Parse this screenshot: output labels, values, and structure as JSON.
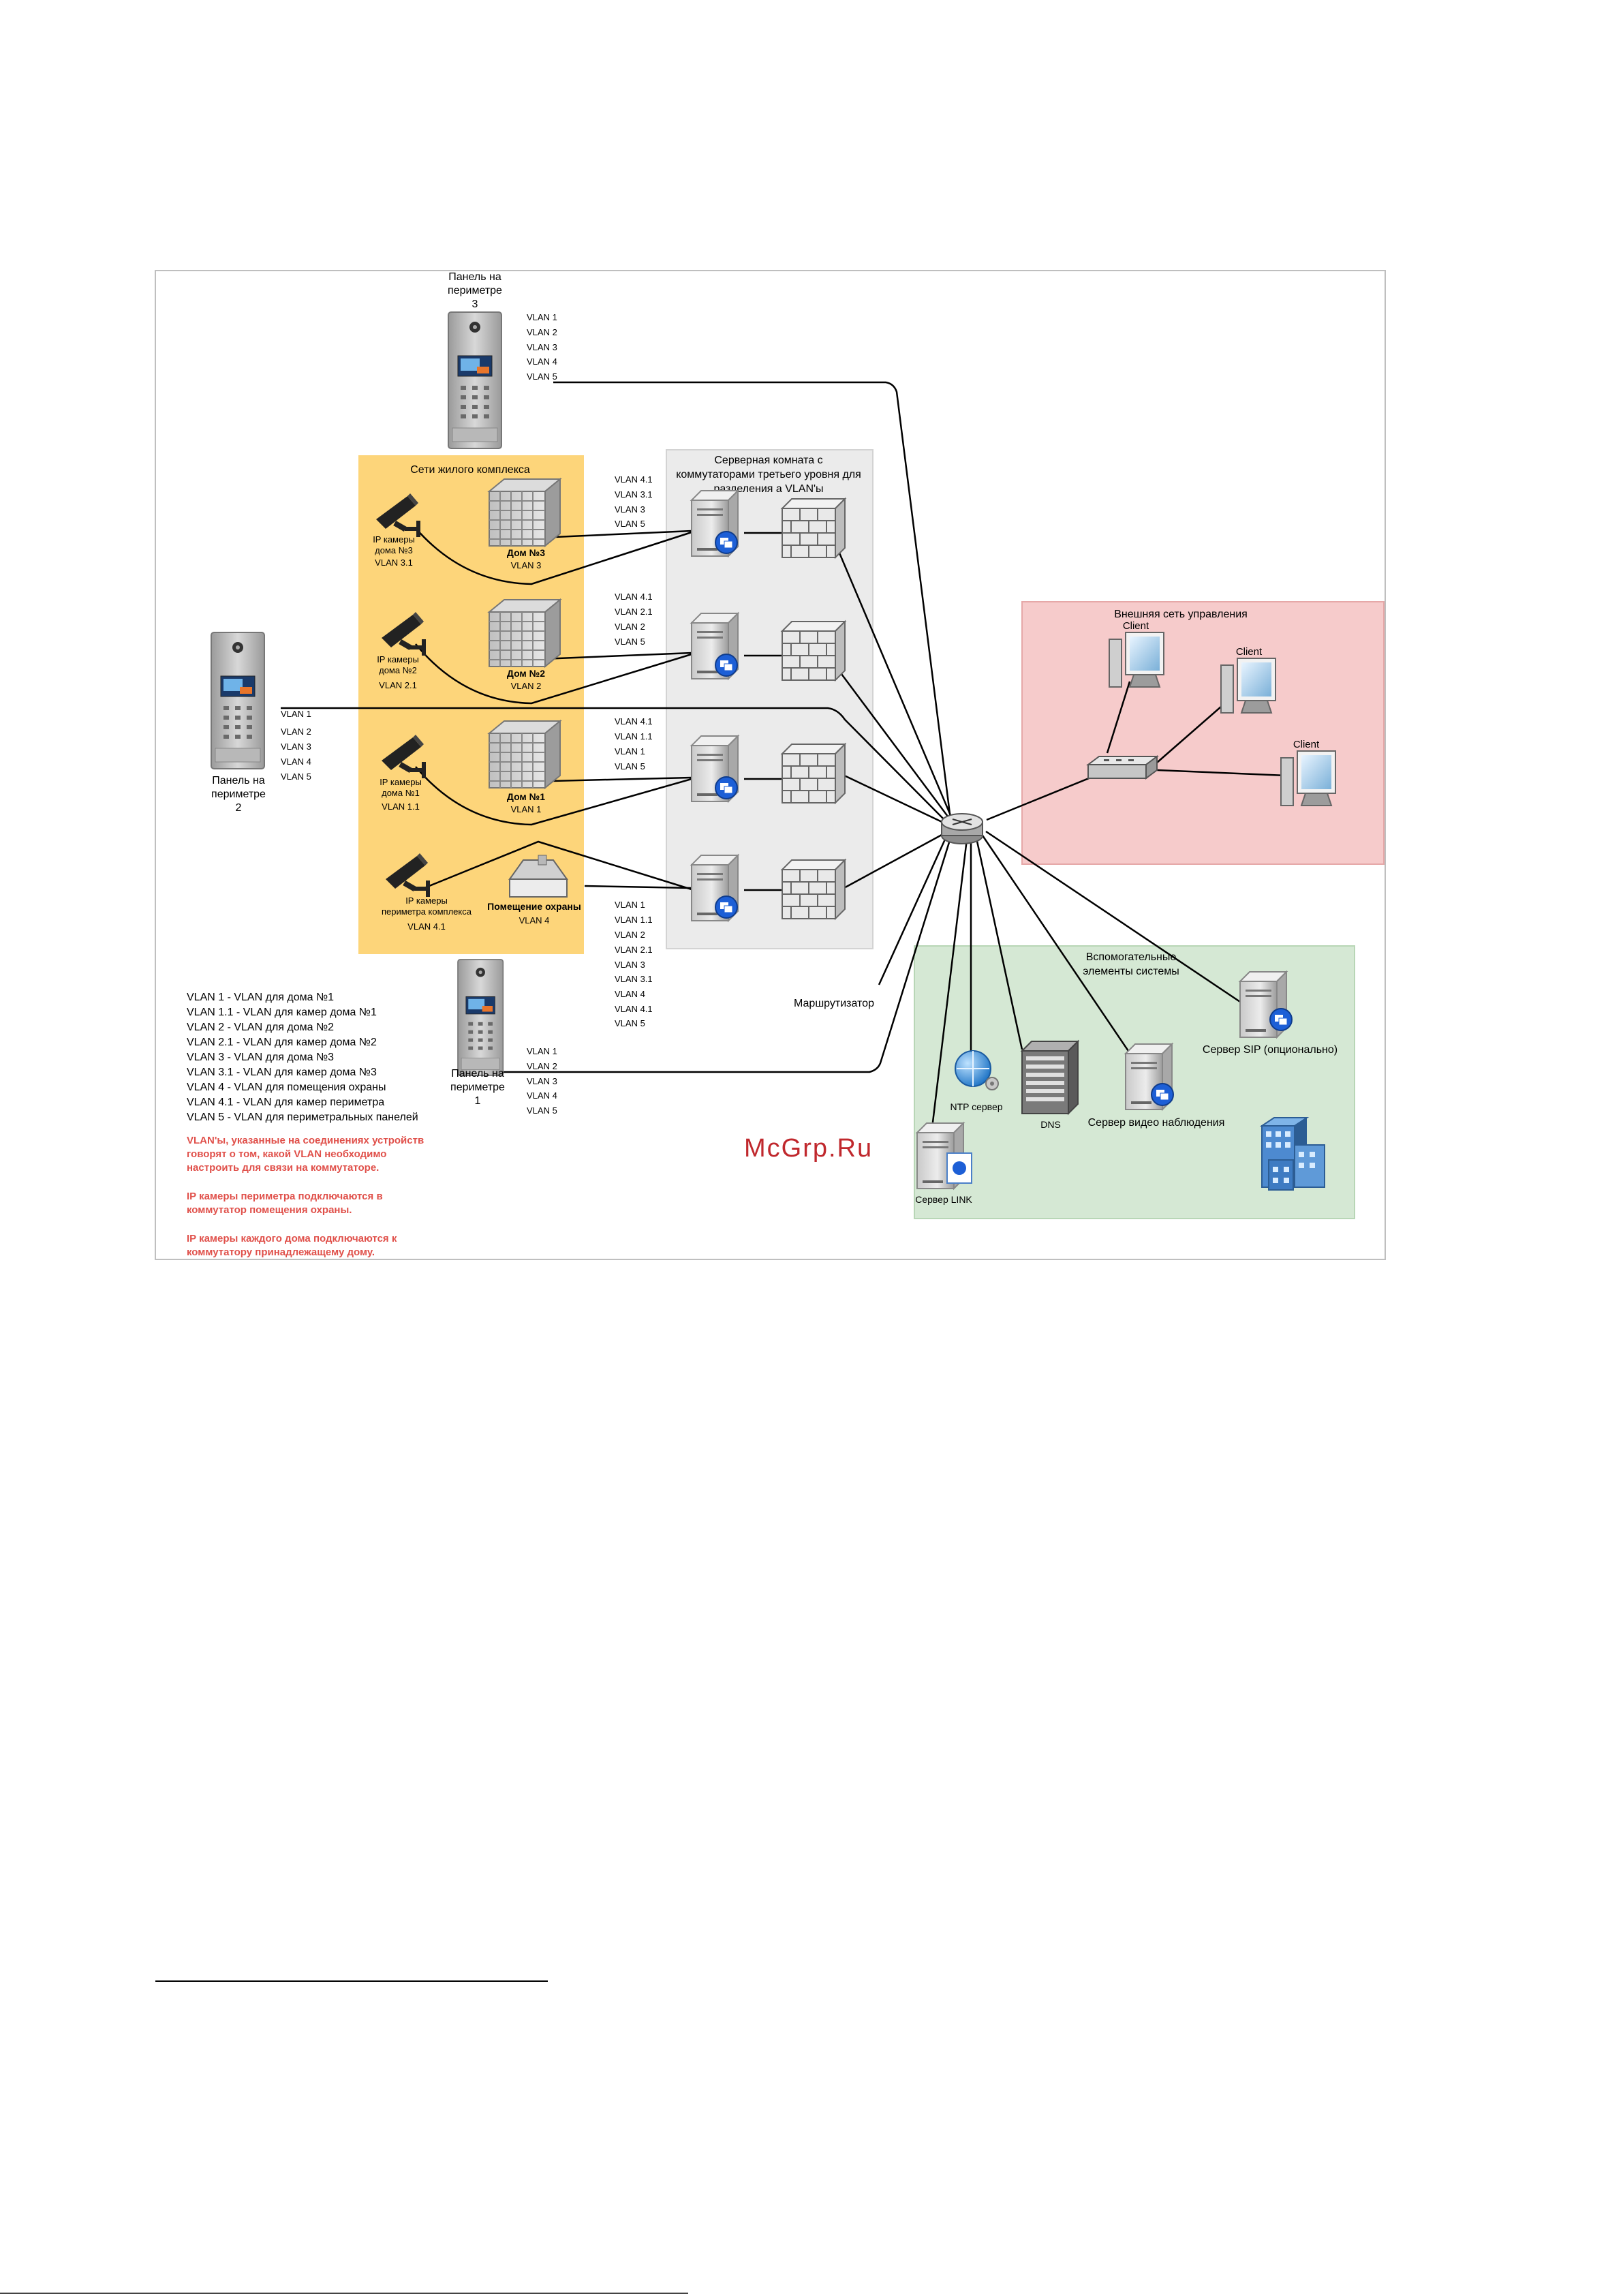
{
  "panels": {
    "p3": [
      "Панель на",
      "периметре",
      "3"
    ],
    "p2": [
      "Панель на",
      "периметре",
      "2"
    ],
    "p1": [
      "Панель на",
      "периметре",
      "1"
    ]
  },
  "vlan_lists": {
    "p3": [
      "VLAN 1",
      "VLAN 2",
      "VLAN 3",
      "VLAN 4",
      "VLAN 5"
    ],
    "p2": [
      "VLAN 1",
      "VLAN 2",
      "VLAN 3",
      "VLAN 4",
      "VLAN 5"
    ],
    "p1": [
      "VLAN 1",
      "VLAN 2",
      "VLAN 3",
      "VLAN 4",
      "VLAN 5"
    ],
    "sw3": [
      "VLAN 4.1",
      "VLAN 3.1",
      "VLAN 3",
      "VLAN 5"
    ],
    "sw2": [
      "VLAN 4.1",
      "VLAN 2.1",
      "VLAN 2",
      "VLAN 5"
    ],
    "sw1": [
      "VLAN 4.1",
      "VLAN 1.1",
      "VLAN 1",
      "VLAN 5"
    ],
    "sw4": [
      "VLAN 1",
      "VLAN 1.1",
      "VLAN 2",
      "VLAN 2.1",
      "VLAN 3",
      "VLAN 3.1",
      "VLAN 4",
      "VLAN 4.1",
      "VLAN 5"
    ]
  },
  "zones": {
    "residential": "Сети жилого комплекса",
    "server_room": [
      "Серверная комната с",
      "коммутаторами третьего уровня для",
      "разделения а VLAN'ы"
    ],
    "external": "Внешняя сеть управления",
    "auxiliary": [
      "Вспомогательные",
      "элементы системы"
    ]
  },
  "houses": {
    "h3": {
      "name": "Дом №3",
      "vlan": "VLAN 3"
    },
    "h2": {
      "name": "Дом №2",
      "vlan": "VLAN 2"
    },
    "h1": {
      "name": "Дом №1",
      "vlan": "VLAN 1"
    },
    "guard": {
      "name": "Помещение охраны",
      "vlan": "VLAN 4"
    }
  },
  "cameras": {
    "c3": {
      "lines": [
        "IP камеры",
        "дома №3"
      ],
      "vlan": "VLAN 3.1"
    },
    "c2": {
      "lines": [
        "IP камеры",
        "дома №2"
      ],
      "vlan": "VLAN 2.1"
    },
    "c1": {
      "lines": [
        "IP камеры",
        "дома №1"
      ],
      "vlan": "VLAN 1.1"
    },
    "c4": {
      "lines": [
        "IP камеры",
        "периметра комплекса"
      ],
      "vlan": "VLAN 4.1"
    }
  },
  "router": "Маршрутизатор",
  "clients": [
    "Client",
    "Client",
    "Client"
  ],
  "aux_nodes": {
    "ntp": "NTP сервер",
    "dns": "DNS",
    "video": "Сервер видео наблюдения",
    "sip": "Сервер SIP (опционально)",
    "link": "Сервер LINK"
  },
  "legend": [
    "VLAN 1 - VLAN для дома №1",
    "VLAN 1.1 - VLAN для камер дома №1",
    "VLAN 2 - VLAN для дома №2",
    "VLAN 2.1 - VLAN для камер дома №2",
    "VLAN 3 - VLAN для дома №3",
    "VLAN 3.1 - VLAN для камер дома №3",
    "VLAN 4 - VLAN для помещения охраны",
    "VLAN 4.1 - VLAN для камер периметра",
    "VLAN 5 - VLAN для периметральных панелей"
  ],
  "notes": [
    [
      "VLAN'ы, указанные на соединениях устройств",
      "говорят о том, какой VLAN необходимо",
      "настроить для связи на коммутаторе."
    ],
    [
      "IP камеры периметра подключаются в",
      "коммутатор помещения охраны."
    ],
    [
      "IP камеры каждого дома подключаются к",
      "коммутатору принадлежащему дому."
    ]
  ],
  "watermark": "McGrp.Ru",
  "colors": {
    "residential": "#fdd57a",
    "server_room": "#ebebeb",
    "external": "#f6cbcb",
    "auxiliary": "#d5e8d4",
    "note_red": "#e0504a",
    "watermark": "#c0282d"
  }
}
